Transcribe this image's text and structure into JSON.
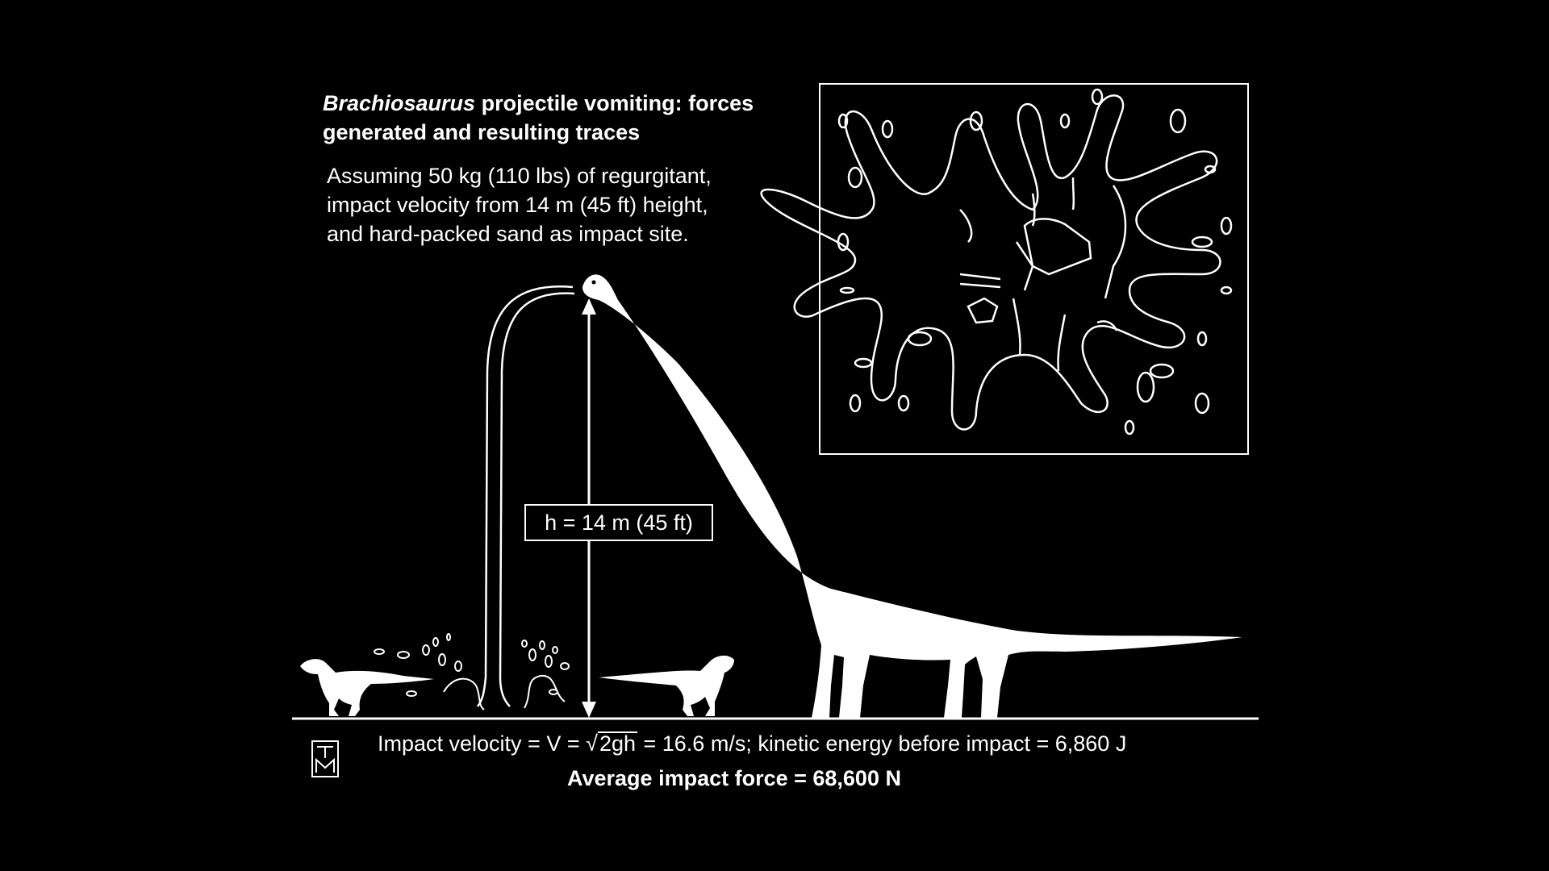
{
  "title": {
    "italic": "Brachiosaurus",
    "rest_line1": " projectile vomiting: forces",
    "line2": "generated and resulting traces"
  },
  "assumptions": {
    "line1": "Assuming 50 kg (110 lbs) of regurgitant,",
    "line2": "impact velocity from 14 m (45 ft) height,",
    "line3": "and hard-packed sand as impact site."
  },
  "height_label": "h = 14 m (45 ft)",
  "equation": {
    "prefix": "Impact velocity = V = ",
    "radical": "√",
    "radicand": "2gh",
    "suffix": " = 16.6 m/s; kinetic energy before impact = 6,860 J"
  },
  "force": "Average impact force = 68,600 N",
  "colors": {
    "background": "#000000",
    "foreground": "#ffffff"
  }
}
